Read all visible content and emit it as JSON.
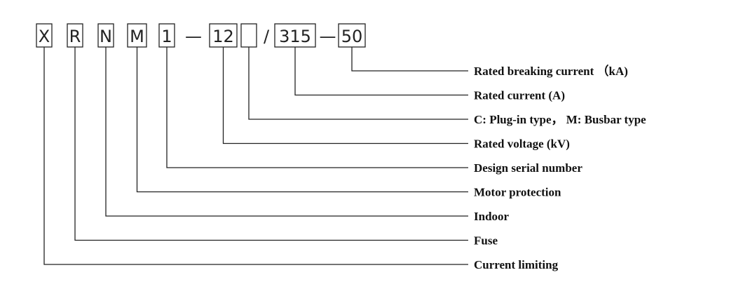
{
  "model_code": {
    "segments": [
      {
        "id": "current-limiting",
        "text": "X",
        "boxed": true
      },
      {
        "id": "fuse",
        "text": "R",
        "boxed": true
      },
      {
        "id": "indoor",
        "text": "N",
        "boxed": true
      },
      {
        "id": "motor-protection",
        "text": "M",
        "boxed": true
      },
      {
        "id": "design-serial",
        "text": "1",
        "boxed": true
      },
      {
        "id": "dash-1",
        "text": "—",
        "boxed": false
      },
      {
        "id": "rated-voltage",
        "text": "12",
        "boxed": true
      },
      {
        "id": "plug-busbar-type",
        "text": "",
        "boxed": true
      },
      {
        "id": "slash",
        "text": "/",
        "boxed": false
      },
      {
        "id": "rated-current",
        "text": "315",
        "boxed": true
      },
      {
        "id": "dash-2",
        "text": "—",
        "boxed": false
      },
      {
        "id": "breaking-current",
        "text": "50",
        "boxed": true
      }
    ]
  },
  "labels": [
    {
      "target": "breaking-current",
      "text": "Rated breaking current （kA)"
    },
    {
      "target": "rated-current",
      "text": "Rated current (A)"
    },
    {
      "target": "plug-busbar-type",
      "text": "C: Plug-in type， M: Busbar type"
    },
    {
      "target": "rated-voltage",
      "text": "Rated voltage (kV)"
    },
    {
      "target": "design-serial",
      "text": "Design serial number"
    },
    {
      "target": "motor-protection",
      "text": "Motor protection"
    },
    {
      "target": "indoor",
      "text": "Indoor"
    },
    {
      "target": "fuse",
      "text": "Fuse"
    },
    {
      "target": "current-limiting",
      "text": "Current limiting"
    }
  ]
}
